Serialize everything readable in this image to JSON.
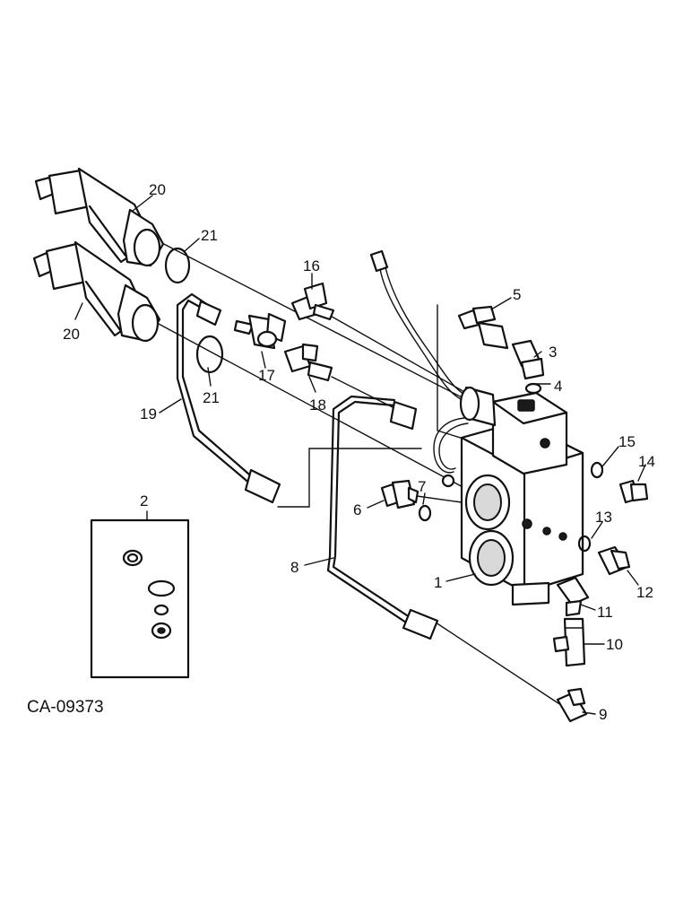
{
  "drawing_code": "CA-09373",
  "callouts": {
    "c1": "1",
    "c2": "2",
    "c3": "3",
    "c4": "4",
    "c5": "5",
    "c6": "6",
    "c7": "7",
    "c8": "8",
    "c9": "9",
    "c10": "10",
    "c11": "11",
    "c12": "12",
    "c13": "13",
    "c14": "14",
    "c15": "15",
    "c16": "16",
    "c17": "17",
    "c18": "18",
    "c19": "19",
    "c20a": "20",
    "c20b": "20",
    "c21a": "21",
    "c21b": "21"
  },
  "colors": {
    "ink": "#111111",
    "background": "#ffffff"
  }
}
